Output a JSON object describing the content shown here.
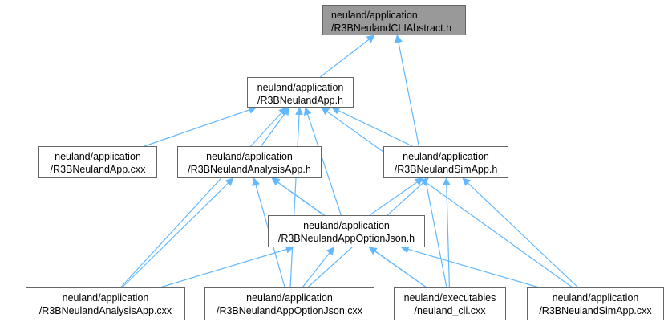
{
  "colors": {
    "edge": "#63b8ff",
    "node_border": "#666666",
    "root_fill": "#999999"
  },
  "nodes": {
    "root": {
      "line1": "neuland/application",
      "line2": "/R3BNeulandCLIAbstract.h"
    },
    "app_h": {
      "line1": "neuland/application",
      "line2": "/R3BNeulandApp.h"
    },
    "app_cxx": {
      "line1": "neuland/application",
      "line2": "/R3BNeulandApp.cxx"
    },
    "analysis_h": {
      "line1": "neuland/application",
      "line2": "/R3BNeulandAnalysisApp.h"
    },
    "sim_h": {
      "line1": "neuland/application",
      "line2": "/R3BNeulandSimApp.h"
    },
    "json_h": {
      "line1": "neuland/application",
      "line2": "/R3BNeulandAppOptionJson.h"
    },
    "analysis_cxx": {
      "line1": "neuland/application",
      "line2": "/R3BNeulandAnalysisApp.cxx"
    },
    "json_cxx": {
      "line1": "neuland/application",
      "line2": "/R3BNeulandAppOptionJson.cxx"
    },
    "cli_cxx": {
      "line1": "neuland/executables",
      "line2": "/neuland_cli.cxx"
    },
    "sim_cxx": {
      "line1": "neuland/application",
      "line2": "/R3BNeulandSimApp.cxx"
    }
  },
  "edges": [
    [
      "app_h",
      "root"
    ],
    [
      "cli_cxx",
      "root"
    ],
    [
      "app_cxx",
      "app_h"
    ],
    [
      "analysis_h",
      "app_h"
    ],
    [
      "sim_h",
      "app_h"
    ],
    [
      "json_h",
      "app_h"
    ],
    [
      "analysis_cxx",
      "app_h"
    ],
    [
      "json_cxx",
      "app_h"
    ],
    [
      "sim_cxx",
      "app_h"
    ],
    [
      "json_h",
      "analysis_h"
    ],
    [
      "analysis_cxx",
      "analysis_h"
    ],
    [
      "json_cxx",
      "analysis_h"
    ],
    [
      "cli_cxx",
      "analysis_h"
    ],
    [
      "json_h",
      "sim_h"
    ],
    [
      "json_cxx",
      "sim_h"
    ],
    [
      "cli_cxx",
      "sim_h"
    ],
    [
      "sim_cxx",
      "sim_h"
    ],
    [
      "analysis_cxx",
      "json_h"
    ],
    [
      "json_cxx",
      "json_h"
    ],
    [
      "cli_cxx",
      "json_h"
    ],
    [
      "sim_cxx",
      "json_h"
    ]
  ]
}
